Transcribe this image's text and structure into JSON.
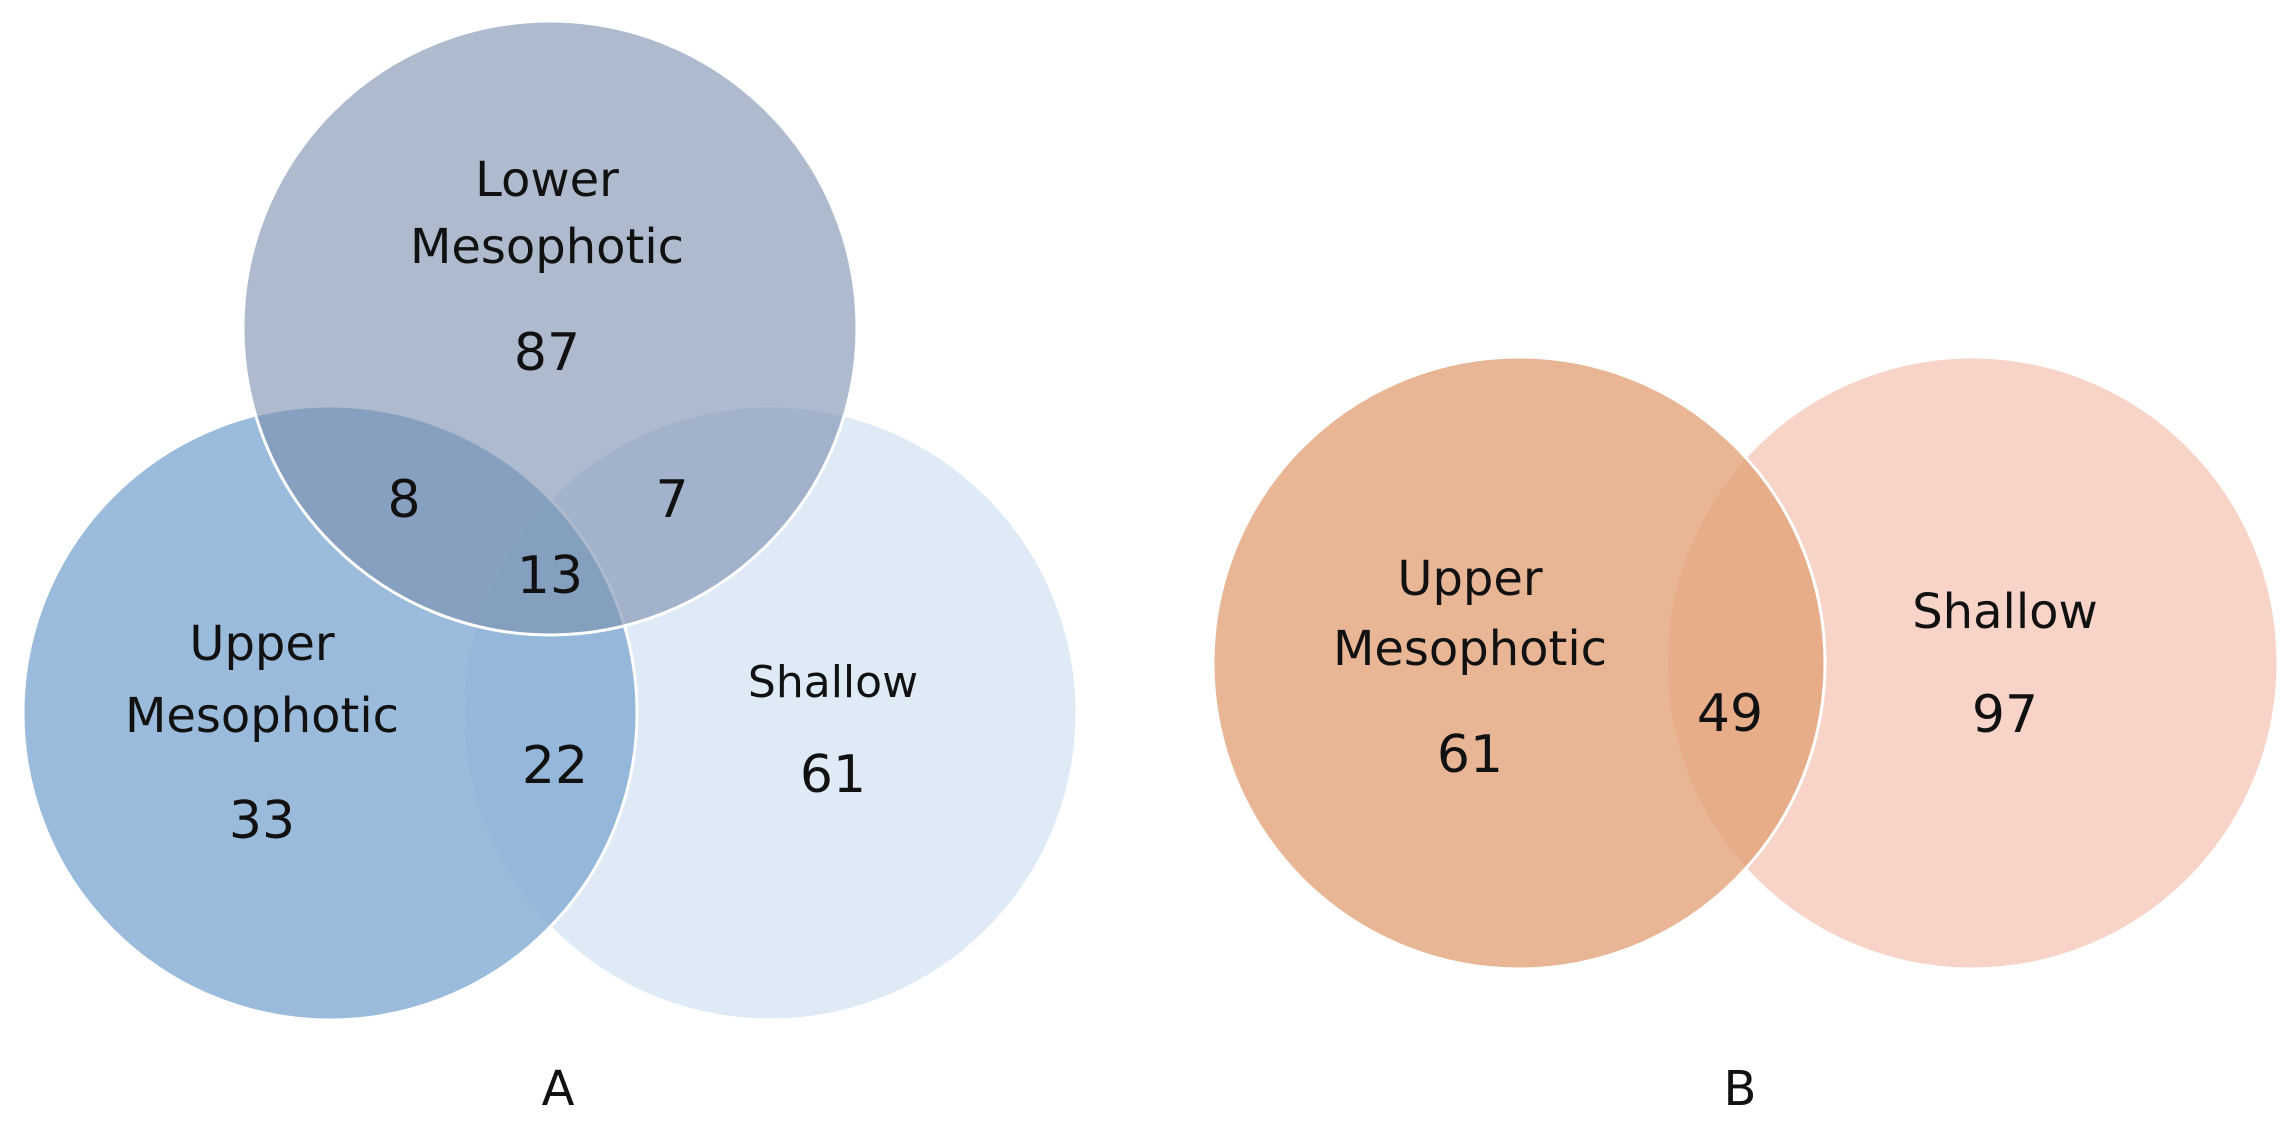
{
  "colors": {
    "lower_mesophotic": "#a7b2c6",
    "upper_mesophotic_a": "#8fb3d8",
    "shallow_a": "#d8e6f5",
    "upper_mesophotic_b": "#e8b08a",
    "shallow_b": "#f6cdbd",
    "outline": "#ffffff",
    "text": "#111111"
  },
  "panel_a": {
    "letter": "A",
    "sets": {
      "lower": {
        "name_line1": "Lower",
        "name_line2": "Mesophotic",
        "only": "87"
      },
      "upper": {
        "name_line1": "Upper",
        "name_line2": "Mesophotic",
        "only": "33"
      },
      "shallow": {
        "name_line1": "Shallow",
        "only": "61"
      }
    },
    "intersections": {
      "lower_upper": "8",
      "lower_shallow": "7",
      "upper_shallow": "22",
      "all_three": "13"
    }
  },
  "panel_b": {
    "letter": "B",
    "sets": {
      "upper": {
        "name_line1": "Upper",
        "name_line2": "Mesophotic",
        "only": "61"
      },
      "shallow": {
        "name_line1": "Shallow",
        "only": "97"
      }
    },
    "intersections": {
      "upper_shallow": "49"
    }
  }
}
